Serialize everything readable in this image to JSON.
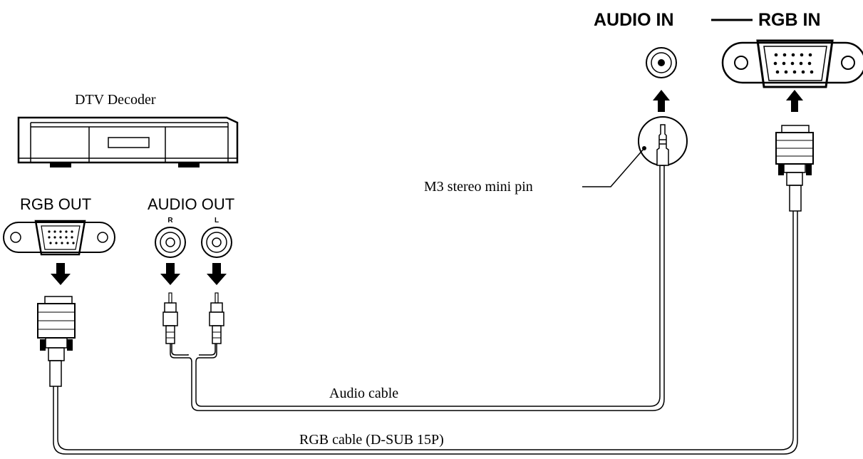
{
  "labels": {
    "audio_in": "AUDIO IN",
    "rgb_in": "RGB IN",
    "dtv_decoder": "DTV Decoder",
    "rgb_out": "RGB OUT",
    "audio_out": "AUDIO OUT",
    "channel_r": "R",
    "channel_l": "L",
    "m3_pin": "M3 stereo mini pin",
    "audio_cable": "Audio cable",
    "rgb_cable": "RGB cable (D-SUB 15P)"
  },
  "colors": {
    "ink": "#000000",
    "paper": "#ffffff"
  }
}
